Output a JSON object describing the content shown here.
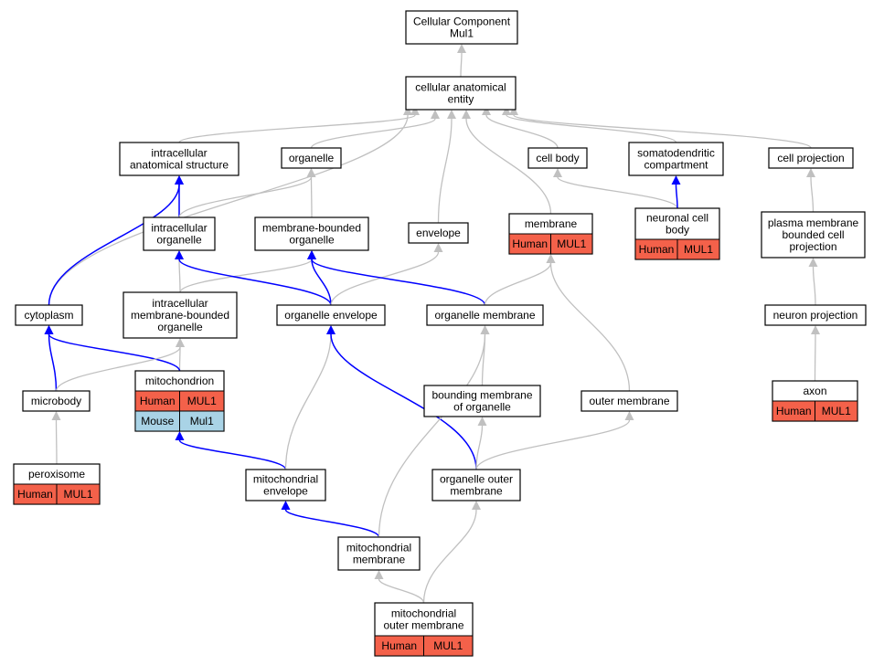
{
  "colors": {
    "human_tag": "#f4614a",
    "mouse_tag": "#a9d3e6",
    "is_a_edge": "#c0c0c0",
    "part_of_edge": "#0000ff"
  },
  "nodes": {
    "root": {
      "lines": [
        "Cellular Component",
        "Mul1"
      ]
    },
    "cae": {
      "lines": [
        "cellular anatomical",
        "entity"
      ]
    },
    "ias": {
      "lines": [
        "intracellular",
        "anatomical structure"
      ]
    },
    "organelle": {
      "lines": [
        "organelle"
      ]
    },
    "cellbody": {
      "lines": [
        "cell body"
      ]
    },
    "somato": {
      "lines": [
        "somatodendritic",
        "compartment"
      ]
    },
    "cellproj": {
      "lines": [
        "cell projection"
      ]
    },
    "intraorg": {
      "lines": [
        "intracellular",
        "organelle"
      ]
    },
    "mbo": {
      "lines": [
        "membrane-bounded",
        "organelle"
      ]
    },
    "envelope": {
      "lines": [
        "envelope"
      ]
    },
    "membrane": {
      "lines": [
        "membrane"
      ],
      "tags": [
        {
          "species": "Human",
          "gene": "MUL1"
        }
      ]
    },
    "neuronal": {
      "lines": [
        "neuronal cell",
        "body"
      ],
      "tags": [
        {
          "species": "Human",
          "gene": "MUL1"
        }
      ]
    },
    "pmbcp": {
      "lines": [
        "plasma membrane",
        "bounded cell",
        "projection"
      ]
    },
    "cytoplasm": {
      "lines": [
        "cytoplasm"
      ]
    },
    "imbo": {
      "lines": [
        "intracellular",
        "membrane-bounded",
        "organelle"
      ]
    },
    "orgenv": {
      "lines": [
        "organelle envelope"
      ]
    },
    "orgmem": {
      "lines": [
        "organelle membrane"
      ]
    },
    "neuronproj": {
      "lines": [
        "neuron projection"
      ]
    },
    "mito": {
      "lines": [
        "mitochondrion"
      ],
      "tags": [
        {
          "species": "Human",
          "gene": "MUL1"
        },
        {
          "species": "Mouse",
          "gene": "Mul1"
        }
      ]
    },
    "microbody": {
      "lines": [
        "microbody"
      ]
    },
    "bmo": {
      "lines": [
        "bounding membrane",
        "of organelle"
      ]
    },
    "outermem": {
      "lines": [
        "outer membrane"
      ]
    },
    "axon": {
      "lines": [
        "axon"
      ],
      "tags": [
        {
          "species": "Human",
          "gene": "MUL1"
        }
      ]
    },
    "peroxisome": {
      "lines": [
        "peroxisome"
      ],
      "tags": [
        {
          "species": "Human",
          "gene": "MUL1"
        }
      ]
    },
    "mitoenv": {
      "lines": [
        "mitochondrial",
        "envelope"
      ]
    },
    "oom": {
      "lines": [
        "organelle outer",
        "membrane"
      ]
    },
    "mitomem": {
      "lines": [
        "mitochondrial",
        "membrane"
      ]
    },
    "mom": {
      "lines": [
        "mitochondrial",
        "outer membrane"
      ],
      "tags": [
        {
          "species": "Human",
          "gene": "MUL1"
        }
      ]
    }
  },
  "edges": [
    {
      "from": "cae",
      "to": "root",
      "type": "is_a"
    },
    {
      "from": "ias",
      "to": "cae",
      "type": "is_a"
    },
    {
      "from": "organelle",
      "to": "cae",
      "type": "is_a"
    },
    {
      "from": "cellbody",
      "to": "cae",
      "type": "is_a"
    },
    {
      "from": "somato",
      "to": "cae",
      "type": "is_a"
    },
    {
      "from": "cellproj",
      "to": "cae",
      "type": "is_a"
    },
    {
      "from": "envelope",
      "to": "cae",
      "type": "is_a"
    },
    {
      "from": "membrane",
      "to": "cae",
      "type": "is_a"
    },
    {
      "from": "cytoplasm",
      "to": "cae",
      "type": "is_a"
    },
    {
      "from": "intraorg",
      "to": "ias",
      "type": "part_of"
    },
    {
      "from": "intraorg",
      "to": "organelle",
      "type": "is_a"
    },
    {
      "from": "mbo",
      "to": "organelle",
      "type": "is_a"
    },
    {
      "from": "neuronal",
      "to": "cellbody",
      "type": "is_a"
    },
    {
      "from": "neuronal",
      "to": "somato",
      "type": "part_of"
    },
    {
      "from": "pmbcp",
      "to": "cellproj",
      "type": "is_a"
    },
    {
      "from": "cytoplasm",
      "to": "ias",
      "type": "part_of"
    },
    {
      "from": "imbo",
      "to": "intraorg",
      "type": "is_a"
    },
    {
      "from": "imbo",
      "to": "mbo",
      "type": "is_a"
    },
    {
      "from": "orgenv",
      "to": "intraorg",
      "type": "part_of"
    },
    {
      "from": "orgenv",
      "to": "mbo",
      "type": "part_of"
    },
    {
      "from": "orgenv",
      "to": "envelope",
      "type": "is_a"
    },
    {
      "from": "orgmem",
      "to": "mbo",
      "type": "part_of"
    },
    {
      "from": "orgmem",
      "to": "membrane",
      "type": "is_a"
    },
    {
      "from": "neuronproj",
      "to": "pmbcp",
      "type": "is_a"
    },
    {
      "from": "mito",
      "to": "imbo",
      "type": "is_a"
    },
    {
      "from": "mito",
      "to": "cytoplasm",
      "type": "part_of"
    },
    {
      "from": "microbody",
      "to": "cytoplasm",
      "type": "part_of"
    },
    {
      "from": "microbody",
      "to": "imbo",
      "type": "is_a"
    },
    {
      "from": "bmo",
      "to": "orgmem",
      "type": "is_a"
    },
    {
      "from": "outermem",
      "to": "membrane",
      "type": "is_a"
    },
    {
      "from": "axon",
      "to": "neuronproj",
      "type": "is_a"
    },
    {
      "from": "peroxisome",
      "to": "microbody",
      "type": "is_a"
    },
    {
      "from": "mitoenv",
      "to": "mito",
      "type": "part_of"
    },
    {
      "from": "mitoenv",
      "to": "orgenv",
      "type": "is_a"
    },
    {
      "from": "oom",
      "to": "orgenv",
      "type": "part_of"
    },
    {
      "from": "oom",
      "to": "bmo",
      "type": "is_a"
    },
    {
      "from": "oom",
      "to": "outermem",
      "type": "is_a"
    },
    {
      "from": "mitomem",
      "to": "mitoenv",
      "type": "part_of"
    },
    {
      "from": "mitomem",
      "to": "orgmem",
      "type": "is_a"
    },
    {
      "from": "mom",
      "to": "mitomem",
      "type": "is_a"
    },
    {
      "from": "mom",
      "to": "oom",
      "type": "is_a"
    }
  ]
}
